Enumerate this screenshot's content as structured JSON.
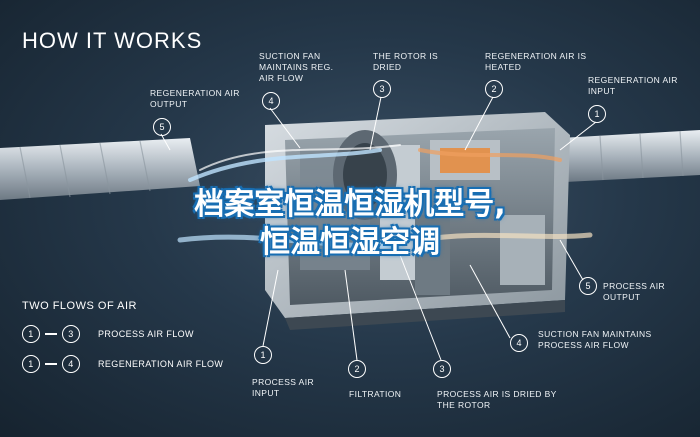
{
  "heading": "HOW IT WORKS",
  "overlay_title_line1": "档案室恒温恒湿机型号,",
  "overlay_title_line2": "恒温恒湿空调",
  "top_labels": [
    {
      "num": "5",
      "text": "REGENERATION AIR OUTPUT"
    },
    {
      "num": "4",
      "text": "SUCTION FAN MAINTAINS REG. AIR FLOW"
    },
    {
      "num": "3",
      "text": "THE ROTOR IS DRIED"
    },
    {
      "num": "2",
      "text": "REGENERATION AIR IS HEATED"
    },
    {
      "num": "1",
      "text": "REGENERATION AIR INPUT"
    }
  ],
  "bottom_labels": [
    {
      "num": "1",
      "text": "PROCESS AIR INPUT"
    },
    {
      "num": "2",
      "text": "FILTRATION"
    },
    {
      "num": "3",
      "text": "PROCESS AIR IS DRIED BY THE ROTOR"
    },
    {
      "num": "4",
      "text": "SUCTION FAN MAINTAINS PROCESS AIR FLOW"
    },
    {
      "num": "5",
      "text": "PROCESS AIR OUTPUT"
    }
  ],
  "legend": {
    "title": "TWO FLOWS OF AIR",
    "rows": [
      {
        "from": "1",
        "to": "3",
        "text": "PROCESS AIR FLOW"
      },
      {
        "from": "1",
        "to": "4",
        "text": "REGENERATION AIR FLOW"
      }
    ]
  },
  "colors": {
    "background": "#25384a",
    "accent_blue": "#1a6fb3",
    "heater_orange": "#e8893a"
  }
}
